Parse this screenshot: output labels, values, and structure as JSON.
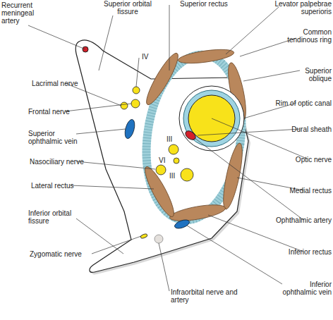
{
  "diagram": {
    "labels": [
      "Recurrent meningeal artery",
      "Superior orbital fissure",
      "Superior rectus",
      "Levator palpebrae superioris",
      "Common tendinous ring",
      "Superior oblique",
      "Rim of optic canal",
      "Dural sheath",
      "Optic nerve",
      "Medial rectus",
      "Ophthalmic artery",
      "Inferior rectus",
      "Inferior ophthalmic vein",
      "Infraorbital nerve and artery",
      "Zygomatic nerve",
      "Inferior orbital fissure",
      "Lateral rectus",
      "Nasociliary nerve",
      "Superior ophthalmic vein",
      "Frontal nerve",
      "Lacrimal nerve",
      "IV",
      "III",
      "VI",
      "III"
    ]
  }
}
